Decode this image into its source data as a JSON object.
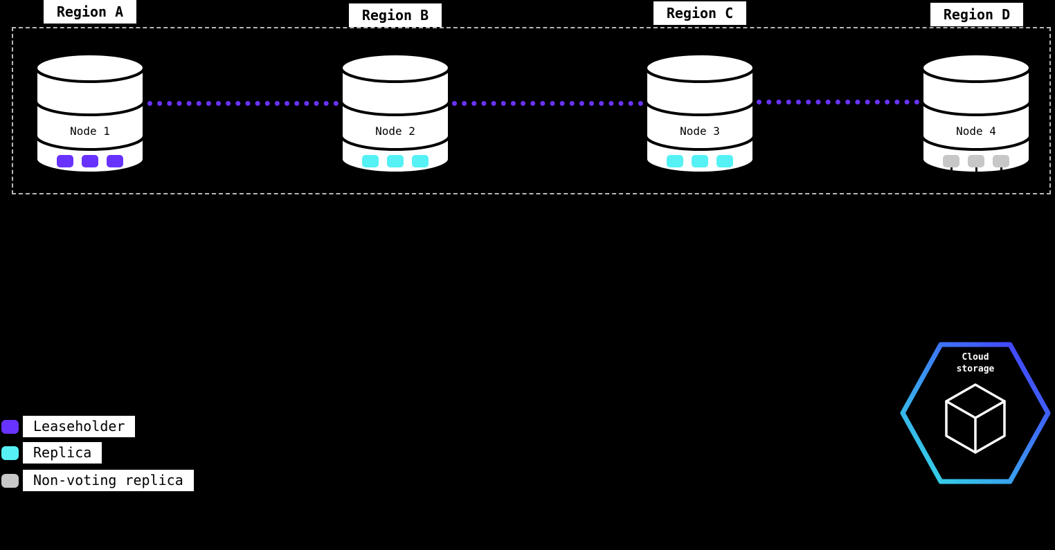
{
  "diagram": {
    "regions": [
      {
        "label": "Region A"
      },
      {
        "label": "Region B"
      },
      {
        "label": "Region C"
      },
      {
        "label": "Region D"
      }
    ],
    "nodes": [
      {
        "label": "Node 1",
        "replica_type": "leaseholder",
        "replica_color": "#6933ff",
        "replica_count": 3
      },
      {
        "label": "Node 2",
        "replica_type": "replica",
        "replica_color": "#55f1f5",
        "replica_count": 3
      },
      {
        "label": "Node 3",
        "replica_type": "replica",
        "replica_color": "#55f1f5",
        "replica_count": 3
      },
      {
        "label": "Node 4",
        "replica_type": "non-voting-replica",
        "replica_color": "#c7c7c7",
        "replica_count": 3
      }
    ],
    "legend": [
      {
        "label": "Leaseholder",
        "color": "#6933ff"
      },
      {
        "label": "Replica",
        "color": "#55f1f5"
      },
      {
        "label": "Non-voting replica",
        "color": "#c7c7c7"
      }
    ],
    "cloud_storage": {
      "label": "Cloud storage"
    },
    "colors": {
      "background": "#000000",
      "connector": "#6933ff",
      "boundary_dash": "#b9b9b9",
      "hex_gradient_start": "#33e3e3",
      "hex_gradient_end": "#4433ff"
    }
  }
}
